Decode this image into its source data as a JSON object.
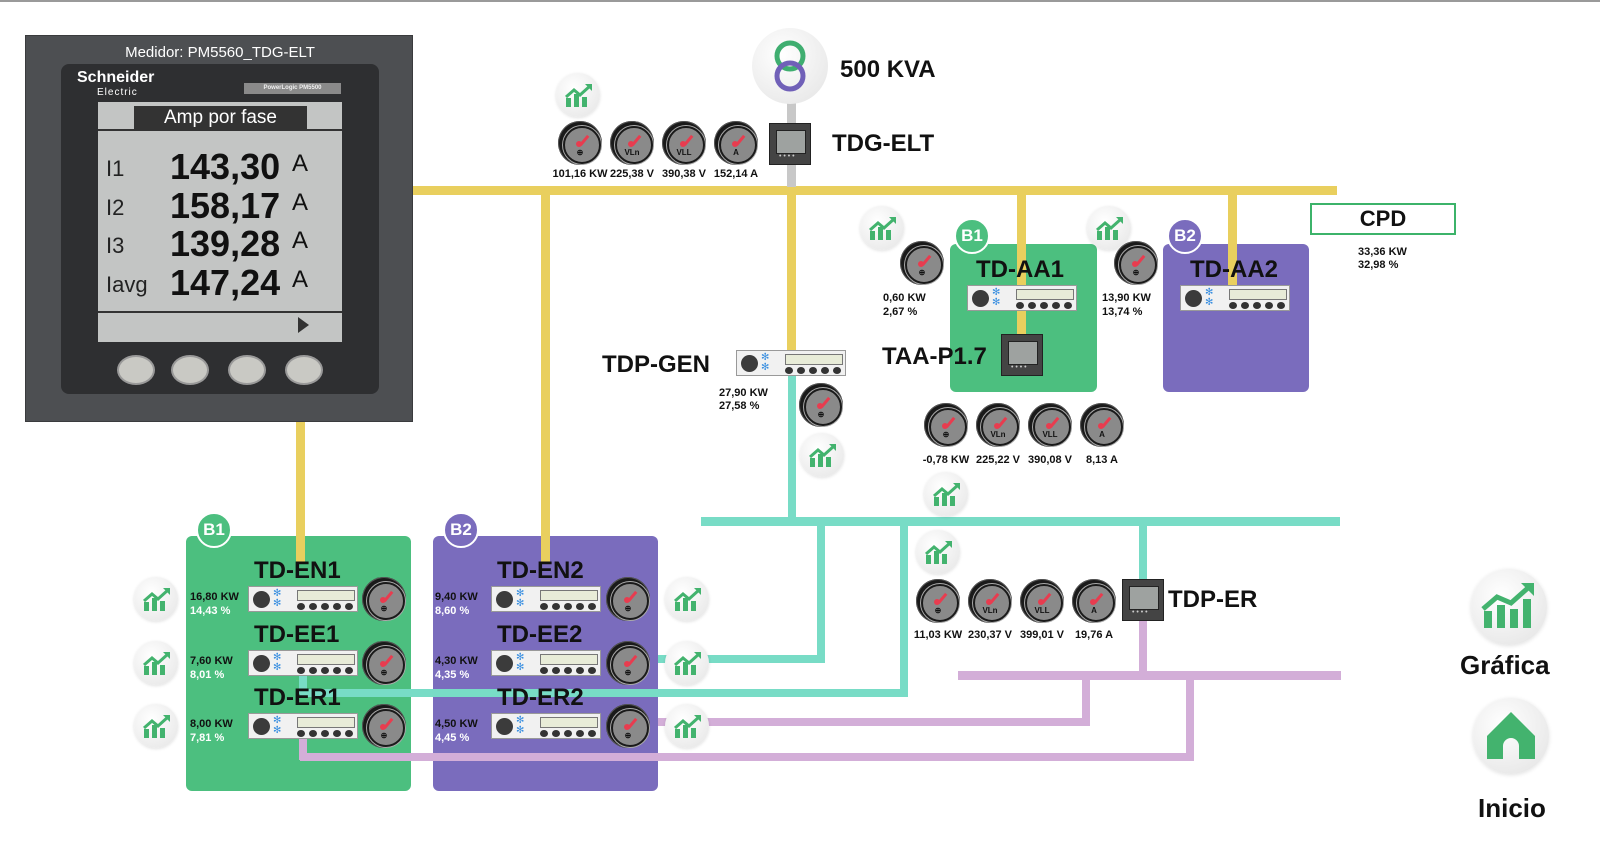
{
  "meter_panel": {
    "title": "Medidor: PM5560_TDG-ELT",
    "brand": "Schneider",
    "brand_sub": "Electric",
    "model": "PowerLogic  PM5500",
    "screen_title": "Amp por fase",
    "rows": [
      {
        "label": "I1",
        "value": "143,30",
        "unit": "A"
      },
      {
        "label": "I2",
        "value": "158,17",
        "unit": "A"
      },
      {
        "label": "I3",
        "value": "139,28",
        "unit": "A"
      },
      {
        "label": "Iavg",
        "value": "147,24",
        "unit": "A"
      }
    ]
  },
  "transformer": {
    "label": "500 KVA",
    "icon": "transformer-icon"
  },
  "tdg_elt": {
    "label": "TDG-ELT",
    "gauges": [
      {
        "symbol": "⊕",
        "reading": "101,16 KW"
      },
      {
        "symbol": "VLn",
        "reading": "225,38 V"
      },
      {
        "symbol": "VLL",
        "reading": "390,38 V"
      },
      {
        "symbol": "A",
        "reading": "152,14 A"
      }
    ]
  },
  "cpd": {
    "label": "CPD",
    "kw": "33,36 KW",
    "pct": "32,98 %"
  },
  "td_aa1": {
    "badge": "B1",
    "label": "TD-AA1",
    "kw": "0,60 KW",
    "pct": "2,67 %"
  },
  "td_aa2": {
    "badge": "B2",
    "label": "TD-AA2",
    "kw": "13,90 KW",
    "pct": "13,74 %"
  },
  "taa_p17": {
    "label": "TAA-P1.7",
    "gauges": [
      {
        "symbol": "⊕",
        "reading": "-0,78 KW"
      },
      {
        "symbol": "VLn",
        "reading": "225,22 V"
      },
      {
        "symbol": "VLL",
        "reading": "390,08 V"
      },
      {
        "symbol": "A",
        "reading": "8,13 A"
      }
    ]
  },
  "tdp_gen": {
    "label": "TDP-GEN",
    "kw": "27,90 KW",
    "pct": "27,58 %"
  },
  "tdp_er": {
    "label": "TDP-ER",
    "gauges": [
      {
        "symbol": "⊕",
        "reading": "11,03 KW"
      },
      {
        "symbol": "VLn",
        "reading": "230,37 V"
      },
      {
        "symbol": "VLL",
        "reading": "399,01 V"
      },
      {
        "symbol": "A",
        "reading": "19,76 A"
      }
    ]
  },
  "group_b1": {
    "badge": "B1",
    "items": [
      {
        "label": "TD-EN1",
        "kw": "16,80 KW",
        "pct": "14,43 %"
      },
      {
        "label": "TD-EE1",
        "kw": "7,60 KW",
        "pct": "8,01 %"
      },
      {
        "label": "TD-ER1",
        "kw": "8,00 KW",
        "pct": "7,81 %"
      }
    ]
  },
  "group_b2": {
    "badge": "B2",
    "items": [
      {
        "label": "TD-EN2",
        "kw": "9,40 KW",
        "pct": "8,60 %"
      },
      {
        "label": "TD-EE2",
        "kw": "4,30 KW",
        "pct": "4,35 %"
      },
      {
        "label": "TD-ER2",
        "kw": "4,50 KW",
        "pct": "4,45 %"
      }
    ]
  },
  "nav": {
    "chart_label": "Gráfica",
    "home_label": "Inicio"
  },
  "colors": {
    "normal_bus": "#e9cf5e",
    "generator_bus": "#78dcc6",
    "emergency_bus": "#d3aed8",
    "b1_green": "#4cbf7f",
    "b2_purple": "#7a6cbd",
    "needle": "#e83c4f"
  }
}
